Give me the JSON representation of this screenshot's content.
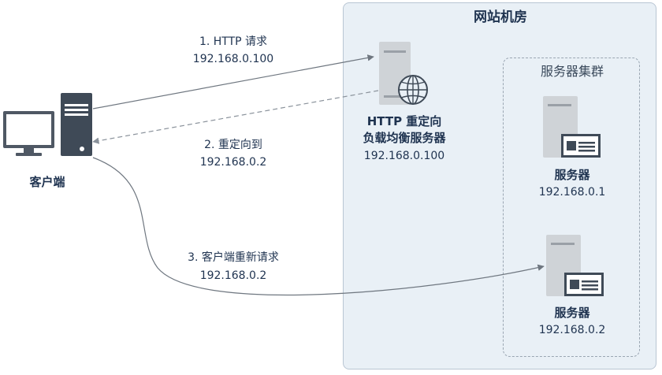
{
  "room": {
    "title": "网站机房"
  },
  "cluster": {
    "title": "服务器集群"
  },
  "client": {
    "label": "客户端",
    "icons": [
      "monitor-icon",
      "tower-server-icon"
    ]
  },
  "load_balancer": {
    "label_line1": "HTTP 重定向",
    "label_line2": "负载均衡服务器",
    "ip": "192.168.0.100",
    "icons": [
      "server-icon",
      "globe-icon"
    ]
  },
  "servers": [
    {
      "label": "服务器",
      "ip": "192.168.0.1"
    },
    {
      "label": "服务器",
      "ip": "192.168.0.2"
    }
  ],
  "steps": [
    {
      "line1": "1. HTTP 请求",
      "line2": "192.168.0.100"
    },
    {
      "line1": "2. 重定向到",
      "line2": "192.168.0.2"
    },
    {
      "line1": "3. 客户端重新请求",
      "line2": "192.168.0.2"
    }
  ],
  "colors": {
    "room_bg": "#e9f0f6",
    "server_body": "#cfd3d7",
    "server_dark": "#3f4a57",
    "monitor_frame": "#4f5864",
    "edge": "#6f7780"
  }
}
